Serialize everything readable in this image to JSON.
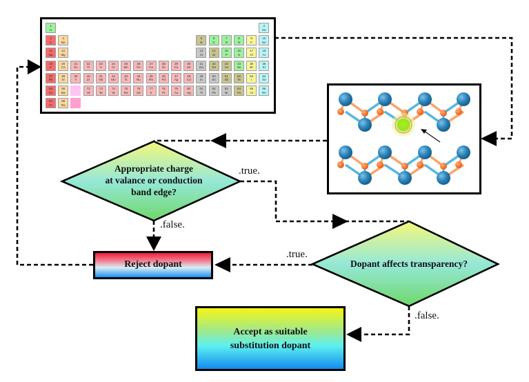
{
  "figure": {
    "title": "Substitution dopant screening flowchart"
  },
  "periodic_table": {
    "colors": {
      "alkali": "#f56b6b",
      "alkaline_earth": "#f9d8a0",
      "transition": "#f7b8b8",
      "metalloid": "#c9c48e",
      "post_transition": "#c8c8c8",
      "nonmetal": "#9ff09f",
      "halogen": "#f8f59a",
      "noble_gas": "#b8f4f7",
      "hydrogen": "#9ff09f",
      "lanthanide_placeholder": "#ffc4f4",
      "actinide_placeholder": "#ff9fd0"
    },
    "elements": [
      {
        "z": "1",
        "sym": "H",
        "row": 1,
        "col": 1,
        "cat": "hydrogen"
      },
      {
        "z": "2",
        "sym": "He",
        "row": 1,
        "col": 18,
        "cat": "noble_gas"
      },
      {
        "z": "3",
        "sym": "Li",
        "row": 2,
        "col": 1,
        "cat": "alkali"
      },
      {
        "z": "4",
        "sym": "Be",
        "row": 2,
        "col": 2,
        "cat": "alkaline_earth"
      },
      {
        "z": "5",
        "sym": "B",
        "row": 2,
        "col": 13,
        "cat": "metalloid"
      },
      {
        "z": "6",
        "sym": "C",
        "row": 2,
        "col": 14,
        "cat": "nonmetal"
      },
      {
        "z": "7",
        "sym": "N",
        "row": 2,
        "col": 15,
        "cat": "nonmetal"
      },
      {
        "z": "8",
        "sym": "O",
        "row": 2,
        "col": 16,
        "cat": "nonmetal"
      },
      {
        "z": "9",
        "sym": "F",
        "row": 2,
        "col": 17,
        "cat": "halogen"
      },
      {
        "z": "10",
        "sym": "Ne",
        "row": 2,
        "col": 18,
        "cat": "noble_gas"
      },
      {
        "z": "11",
        "sym": "Na",
        "row": 3,
        "col": 1,
        "cat": "alkali"
      },
      {
        "z": "12",
        "sym": "Mg",
        "row": 3,
        "col": 2,
        "cat": "alkaline_earth"
      },
      {
        "z": "13",
        "sym": "Al",
        "row": 3,
        "col": 13,
        "cat": "post_transition"
      },
      {
        "z": "14",
        "sym": "Si",
        "row": 3,
        "col": 14,
        "cat": "metalloid"
      },
      {
        "z": "15",
        "sym": "P",
        "row": 3,
        "col": 15,
        "cat": "nonmetal"
      },
      {
        "z": "16",
        "sym": "S",
        "row": 3,
        "col": 16,
        "cat": "nonmetal"
      },
      {
        "z": "17",
        "sym": "Cl",
        "row": 3,
        "col": 17,
        "cat": "halogen"
      },
      {
        "z": "18",
        "sym": "Ar",
        "row": 3,
        "col": 18,
        "cat": "noble_gas"
      },
      {
        "z": "19",
        "sym": "K",
        "row": 4,
        "col": 1,
        "cat": "alkali"
      },
      {
        "z": "20",
        "sym": "Ca",
        "row": 4,
        "col": 2,
        "cat": "alkaline_earth"
      },
      {
        "z": "21",
        "sym": "Sc",
        "row": 4,
        "col": 3,
        "cat": "transition"
      },
      {
        "z": "22",
        "sym": "Ti",
        "row": 4,
        "col": 4,
        "cat": "transition"
      },
      {
        "z": "23",
        "sym": "V",
        "row": 4,
        "col": 5,
        "cat": "transition"
      },
      {
        "z": "24",
        "sym": "Cr",
        "row": 4,
        "col": 6,
        "cat": "transition"
      },
      {
        "z": "25",
        "sym": "Mn",
        "row": 4,
        "col": 7,
        "cat": "transition"
      },
      {
        "z": "26",
        "sym": "Fe",
        "row": 4,
        "col": 8,
        "cat": "transition"
      },
      {
        "z": "27",
        "sym": "Co",
        "row": 4,
        "col": 9,
        "cat": "transition"
      },
      {
        "z": "28",
        "sym": "Ni",
        "row": 4,
        "col": 10,
        "cat": "transition"
      },
      {
        "z": "29",
        "sym": "Cu",
        "row": 4,
        "col": 11,
        "cat": "transition"
      },
      {
        "z": "30",
        "sym": "Zn",
        "row": 4,
        "col": 12,
        "cat": "transition"
      },
      {
        "z": "31",
        "sym": "Ga",
        "row": 4,
        "col": 13,
        "cat": "post_transition"
      },
      {
        "z": "32",
        "sym": "Ge",
        "row": 4,
        "col": 14,
        "cat": "metalloid"
      },
      {
        "z": "33",
        "sym": "As",
        "row": 4,
        "col": 15,
        "cat": "metalloid"
      },
      {
        "z": "34",
        "sym": "Se",
        "row": 4,
        "col": 16,
        "cat": "nonmetal"
      },
      {
        "z": "35",
        "sym": "Br",
        "row": 4,
        "col": 17,
        "cat": "halogen"
      },
      {
        "z": "36",
        "sym": "Kr",
        "row": 4,
        "col": 18,
        "cat": "noble_gas"
      },
      {
        "z": "37",
        "sym": "Rb",
        "row": 5,
        "col": 1,
        "cat": "alkali"
      },
      {
        "z": "38",
        "sym": "Sr",
        "row": 5,
        "col": 2,
        "cat": "alkaline_earth"
      },
      {
        "z": "39",
        "sym": "Y",
        "row": 5,
        "col": 3,
        "cat": "transition"
      },
      {
        "z": "40",
        "sym": "Zr",
        "row": 5,
        "col": 4,
        "cat": "transition"
      },
      {
        "z": "41",
        "sym": "Nb",
        "row": 5,
        "col": 5,
        "cat": "transition"
      },
      {
        "z": "42",
        "sym": "Mo",
        "row": 5,
        "col": 6,
        "cat": "transition"
      },
      {
        "z": "43",
        "sym": "Tc",
        "row": 5,
        "col": 7,
        "cat": "transition"
      },
      {
        "z": "44",
        "sym": "Ru",
        "row": 5,
        "col": 8,
        "cat": "transition"
      },
      {
        "z": "45",
        "sym": "Rh",
        "row": 5,
        "col": 9,
        "cat": "transition"
      },
      {
        "z": "46",
        "sym": "Pd",
        "row": 5,
        "col": 10,
        "cat": "transition"
      },
      {
        "z": "47",
        "sym": "Ag",
        "row": 5,
        "col": 11,
        "cat": "transition"
      },
      {
        "z": "48",
        "sym": "Cd",
        "row": 5,
        "col": 12,
        "cat": "transition"
      },
      {
        "z": "49",
        "sym": "In",
        "row": 5,
        "col": 13,
        "cat": "post_transition"
      },
      {
        "z": "50",
        "sym": "Sn",
        "row": 5,
        "col": 14,
        "cat": "post_transition"
      },
      {
        "z": "51",
        "sym": "Sb",
        "row": 5,
        "col": 15,
        "cat": "metalloid"
      },
      {
        "z": "52",
        "sym": "Te",
        "row": 5,
        "col": 16,
        "cat": "metalloid"
      },
      {
        "z": "53",
        "sym": "I",
        "row": 5,
        "col": 17,
        "cat": "halogen"
      },
      {
        "z": "54",
        "sym": "Xe",
        "row": 5,
        "col": 18,
        "cat": "noble_gas"
      },
      {
        "z": "55",
        "sym": "Cs",
        "row": 6,
        "col": 1,
        "cat": "alkali"
      },
      {
        "z": "56",
        "sym": "Ba",
        "row": 6,
        "col": 2,
        "cat": "alkaline_earth"
      },
      {
        "z": "",
        "sym": "",
        "row": 6,
        "col": 3,
        "cat": "lanthanide_placeholder"
      },
      {
        "z": "72",
        "sym": "Hf",
        "row": 6,
        "col": 4,
        "cat": "transition"
      },
      {
        "z": "73",
        "sym": "Ta",
        "row": 6,
        "col": 5,
        "cat": "transition"
      },
      {
        "z": "74",
        "sym": "W",
        "row": 6,
        "col": 6,
        "cat": "transition"
      },
      {
        "z": "75",
        "sym": "Re",
        "row": 6,
        "col": 7,
        "cat": "transition"
      },
      {
        "z": "76",
        "sym": "Os",
        "row": 6,
        "col": 8,
        "cat": "transition"
      },
      {
        "z": "77",
        "sym": "Ir",
        "row": 6,
        "col": 9,
        "cat": "transition"
      },
      {
        "z": "78",
        "sym": "Pt",
        "row": 6,
        "col": 10,
        "cat": "transition"
      },
      {
        "z": "79",
        "sym": "Au",
        "row": 6,
        "col": 11,
        "cat": "transition"
      },
      {
        "z": "80",
        "sym": "Hg",
        "row": 6,
        "col": 12,
        "cat": "transition"
      },
      {
        "z": "81",
        "sym": "Tl",
        "row": 6,
        "col": 13,
        "cat": "post_transition"
      },
      {
        "z": "82",
        "sym": "Pb",
        "row": 6,
        "col": 14,
        "cat": "post_transition"
      },
      {
        "z": "83",
        "sym": "Bi",
        "row": 6,
        "col": 15,
        "cat": "post_transition"
      },
      {
        "z": "84",
        "sym": "Po",
        "row": 6,
        "col": 16,
        "cat": "metalloid"
      },
      {
        "z": "85",
        "sym": "At",
        "row": 6,
        "col": 17,
        "cat": "halogen"
      },
      {
        "z": "86",
        "sym": "Rn",
        "row": 6,
        "col": 18,
        "cat": "noble_gas"
      },
      {
        "z": "87",
        "sym": "Fr",
        "row": 7,
        "col": 1,
        "cat": "alkali"
      },
      {
        "z": "88",
        "sym": "Ra",
        "row": 7,
        "col": 2,
        "cat": "alkaline_earth"
      },
      {
        "z": "",
        "sym": "",
        "row": 7,
        "col": 3,
        "cat": "actinide_placeholder"
      }
    ]
  },
  "structure": {
    "atom_colors": {
      "large_atom": "#2a82b8",
      "small_atom": "#f26a1b",
      "dopant": "#9be21c",
      "dopant_ring": "#f29a70"
    },
    "bond_colors": {
      "blue": "#55b9e0",
      "orange": "#f6a668"
    },
    "description": "Bilayer puckered lattice with highlighted substitution dopant site"
  },
  "decision1": {
    "lines": [
      "Appropriate charge",
      "at valance or conduction",
      "band edge?"
    ],
    "true_label": ".true.",
    "false_label": ".false."
  },
  "decision2": {
    "lines": [
      "Dopant affects transparency?"
    ],
    "true_label": ".true.",
    "false_label": ".false."
  },
  "reject": {
    "label": "Reject dopant"
  },
  "accept": {
    "lines": [
      "Accept as suitable",
      "substitution dopant"
    ]
  },
  "colors": {
    "line": "#000000",
    "diamond_top": "#f5f77a",
    "diamond_mid": "#96e8d8",
    "diamond_bottom": "#6fd86a"
  }
}
